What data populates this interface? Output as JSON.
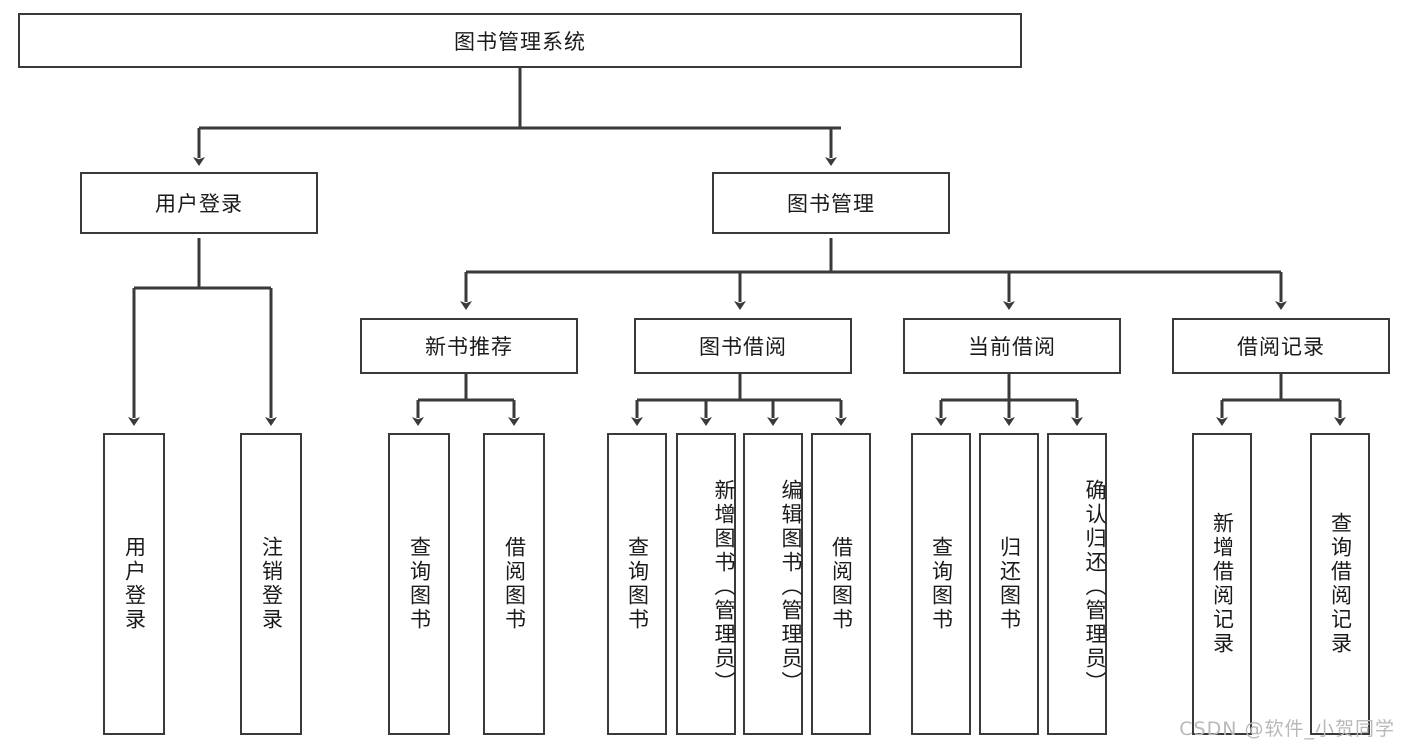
{
  "diagram": {
    "title": "图书管理系统",
    "watermark": "CSDN @软件_小贺同学",
    "line_color": "#3a3a3a",
    "background": "#ffffff",
    "text_color": "#1b1b1b",
    "root": {
      "label": "图书管理系统"
    },
    "level2": [
      {
        "label": "用户登录"
      },
      {
        "label": "图书管理"
      }
    ],
    "level3": [
      {
        "label": "新书推荐"
      },
      {
        "label": "图书借阅"
      },
      {
        "label": "当前借阅"
      },
      {
        "label": "借阅记录"
      }
    ],
    "leaves": [
      {
        "label": "用户登录",
        "parent": "用户登录"
      },
      {
        "label": "注销登录",
        "parent": "用户登录"
      },
      {
        "label": "查询图书",
        "parent": "新书推荐"
      },
      {
        "label": "借阅图书",
        "parent": "新书推荐"
      },
      {
        "label": "查询图书",
        "parent": "图书借阅"
      },
      {
        "label": "新增图书（管理员）",
        "parent": "图书借阅"
      },
      {
        "label": "编辑图书（管理员）",
        "parent": "图书借阅"
      },
      {
        "label": "借阅图书",
        "parent": "图书借阅"
      },
      {
        "label": "查询图书",
        "parent": "当前借阅"
      },
      {
        "label": "归还图书",
        "parent": "当前借阅"
      },
      {
        "label": "确认归还（管理员）",
        "parent": "当前借阅"
      },
      {
        "label": "新增借阅记录",
        "parent": "借阅记录"
      },
      {
        "label": "查询借阅记录",
        "parent": "借阅记录"
      }
    ]
  }
}
